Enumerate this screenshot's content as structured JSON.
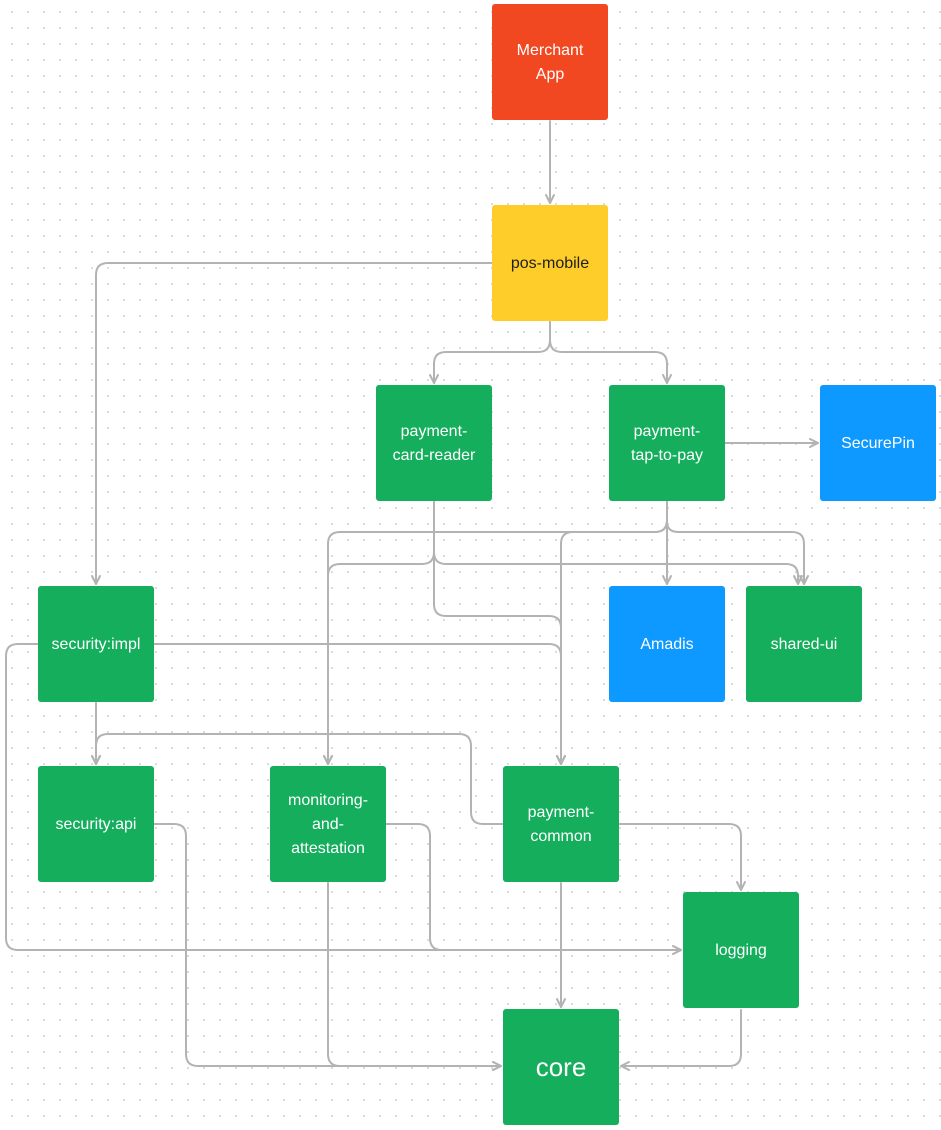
{
  "colors": {
    "app": "#f24822",
    "module_root": "#ffcd29",
    "module": "#14ae5c",
    "external": "#0d99ff",
    "connector": "#b3b3b3"
  },
  "nodes": {
    "merchant_app": {
      "lines": [
        "Merchant",
        "App"
      ],
      "color": "app"
    },
    "pos_mobile": {
      "lines": [
        "pos-mobile"
      ],
      "color": "module_root"
    },
    "payment_card_reader": {
      "lines": [
        "payment-",
        "card-reader"
      ],
      "color": "module"
    },
    "payment_tap_to_pay": {
      "lines": [
        "payment-",
        "tap-to-pay"
      ],
      "color": "module"
    },
    "securepin": {
      "lines": [
        "SecurePin"
      ],
      "color": "external"
    },
    "security_impl": {
      "lines": [
        "security:impl"
      ],
      "color": "module"
    },
    "amadis": {
      "lines": [
        "Amadis"
      ],
      "color": "external"
    },
    "shared_ui": {
      "lines": [
        "shared-ui"
      ],
      "color": "module"
    },
    "security_api": {
      "lines": [
        "security:api"
      ],
      "color": "module"
    },
    "monitoring_and_attestation": {
      "lines": [
        "monitoring-",
        "and-",
        "attestation"
      ],
      "color": "module"
    },
    "payment_common": {
      "lines": [
        "payment-",
        "common"
      ],
      "color": "module"
    },
    "logging": {
      "lines": [
        "logging"
      ],
      "color": "module"
    },
    "core": {
      "lines": [
        "core"
      ],
      "color": "module"
    }
  },
  "edges": [
    {
      "from": "merchant_app",
      "to": "pos_mobile"
    },
    {
      "from": "pos_mobile",
      "to": "payment_card_reader"
    },
    {
      "from": "pos_mobile",
      "to": "payment_tap_to_pay"
    },
    {
      "from": "pos_mobile",
      "to": "security_impl"
    },
    {
      "from": "payment_tap_to_pay",
      "to": "securepin"
    },
    {
      "from": "payment_tap_to_pay",
      "to": "amadis"
    },
    {
      "from": "payment_tap_to_pay",
      "to": "shared_ui"
    },
    {
      "from": "payment_tap_to_pay",
      "to": "monitoring_and_attestation"
    },
    {
      "from": "payment_tap_to_pay",
      "to": "payment_common"
    },
    {
      "from": "payment_card_reader",
      "to": "shared_ui"
    },
    {
      "from": "payment_card_reader",
      "to": "monitoring_and_attestation"
    },
    {
      "from": "payment_card_reader",
      "to": "payment_common"
    },
    {
      "from": "security_impl",
      "to": "security_api"
    },
    {
      "from": "security_impl",
      "to": "payment_common"
    },
    {
      "from": "security_impl",
      "to": "logging"
    },
    {
      "from": "payment_common",
      "to": "security_api"
    },
    {
      "from": "payment_common",
      "to": "logging"
    },
    {
      "from": "payment_common",
      "to": "core"
    },
    {
      "from": "monitoring_and_attestation",
      "to": "logging"
    },
    {
      "from": "monitoring_and_attestation",
      "to": "core"
    },
    {
      "from": "security_api",
      "to": "core"
    },
    {
      "from": "logging",
      "to": "core"
    }
  ]
}
